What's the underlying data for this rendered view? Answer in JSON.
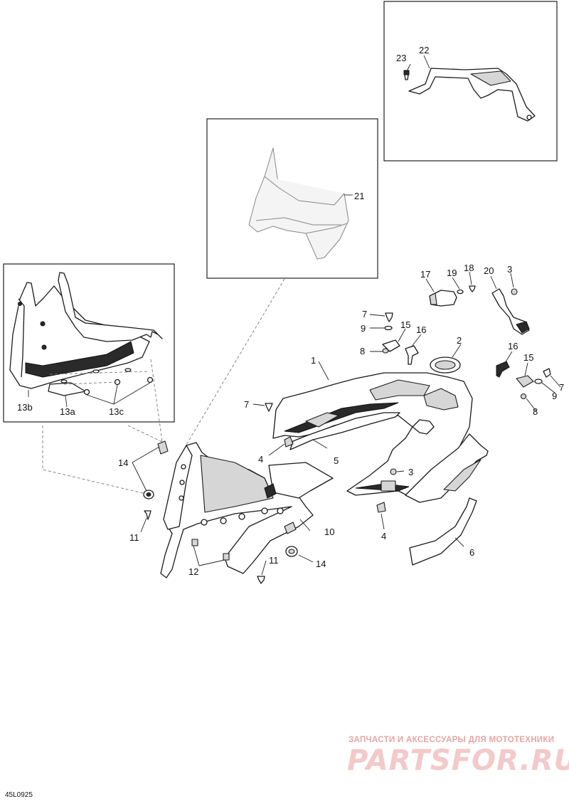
{
  "diagram_code": "45L0925",
  "watermark": {
    "tagline": "ЗАПЧАСТИ И АКСЕССУАРЫ ДЛЯ МОТОТЕХНИКИ",
    "logo": "PARTSFOR.RU"
  },
  "callouts": {
    "c1": "1",
    "c2": "2",
    "c3a": "3",
    "c3b": "3",
    "c4a": "4",
    "c4b": "4",
    "c5": "5",
    "c6": "6",
    "c7a": "7",
    "c7b": "7",
    "c7c": "7",
    "c8a": "8",
    "c8b": "8",
    "c9a": "9",
    "c9b": "9",
    "c10": "10",
    "c11a": "11",
    "c11b": "11",
    "c12": "12",
    "c13a": "13a",
    "c13b": "13b",
    "c13c": "13c",
    "c14a": "14",
    "c14b": "14",
    "c15a": "15",
    "c15b": "15",
    "c16a": "16",
    "c16b": "16",
    "c17": "17",
    "c18": "18",
    "c19": "19",
    "c20": "20",
    "c21": "21",
    "c22": "22",
    "c23": "23"
  }
}
